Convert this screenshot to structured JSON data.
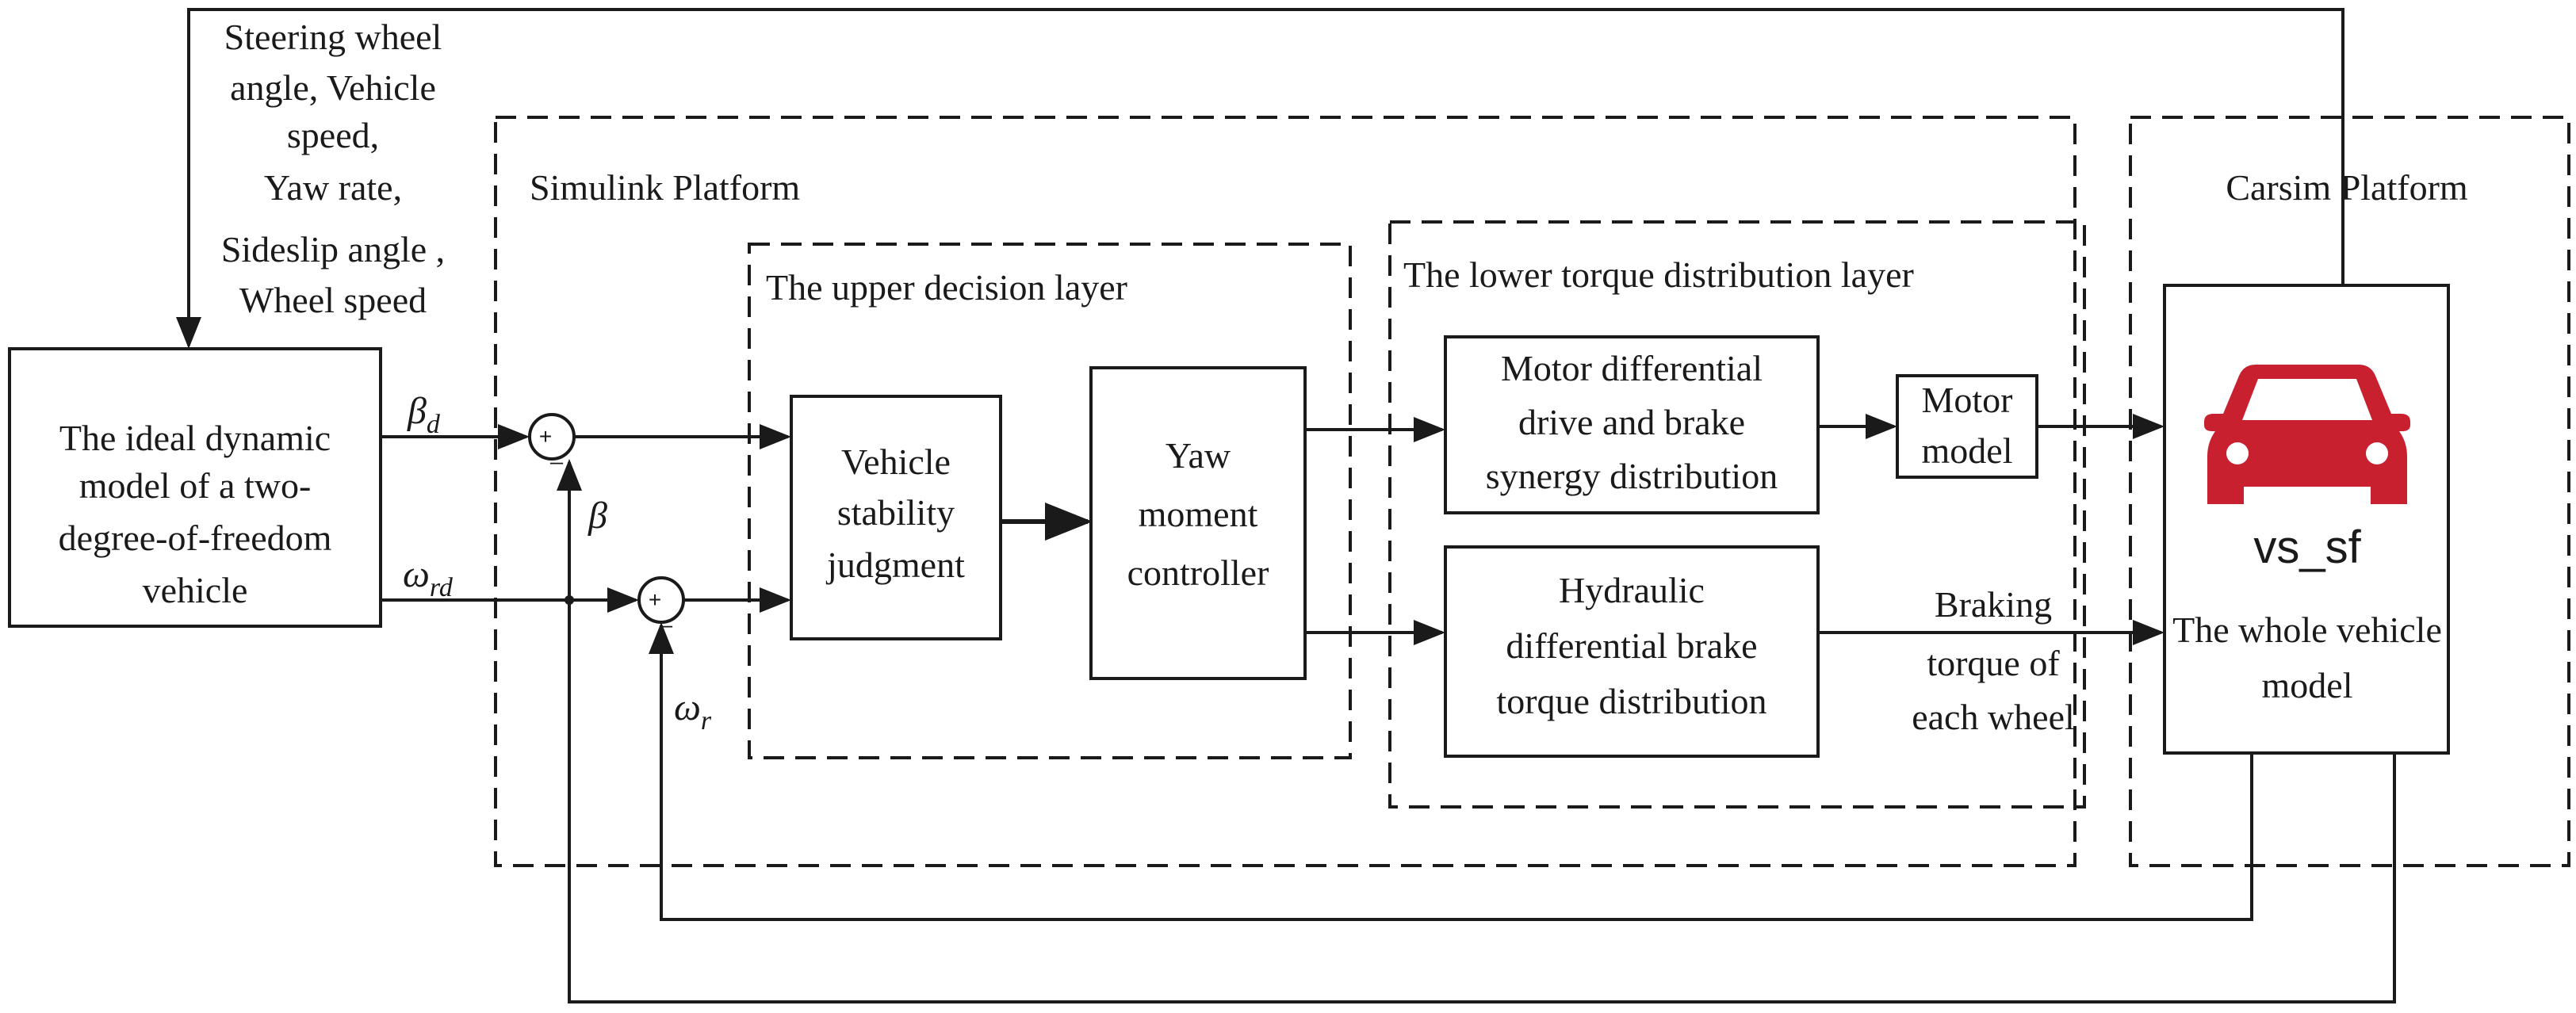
{
  "platforms": {
    "simulink": "Simulink Platform",
    "carsim": "Carsim Platform"
  },
  "layers": {
    "upper": "The upper decision layer",
    "lower": "The lower torque distribution layer"
  },
  "feedback_label": [
    "Steering wheel",
    "angle, Vehicle",
    "speed,",
    "Yaw rate,",
    "Sideslip angle ,",
    "Wheel speed"
  ],
  "blocks": {
    "ideal_model": [
      "The ideal dynamic",
      "model of a two-",
      "degree-of-freedom",
      "vehicle"
    ],
    "stability": [
      "Vehicle",
      "stability",
      "judgment"
    ],
    "yaw_controller": [
      "Yaw",
      "moment",
      "controller"
    ],
    "motor_dist": [
      "Motor differential",
      "drive and brake",
      "synergy distribution"
    ],
    "motor_model": [
      "Motor",
      "model"
    ],
    "hydraulic": [
      "Hydraulic",
      "differential brake",
      "torque distribution"
    ],
    "vehicle": {
      "code": "vs_sf",
      "caption": [
        "The whole vehicle",
        "model"
      ],
      "icon": "car-icon",
      "icon_color": "#c8202f"
    }
  },
  "braking_label": [
    "Braking",
    "torque of",
    "each wheel"
  ],
  "signals": {
    "beta_d": {
      "base": "β",
      "sub": "d"
    },
    "omega_rd": {
      "base": "ω",
      "sub": "rd"
    },
    "beta": {
      "base": "β",
      "sub": ""
    },
    "omega_r": {
      "base": "ω",
      "sub": "r"
    }
  },
  "sum_signs": {
    "plus": "+",
    "minus": "_"
  }
}
